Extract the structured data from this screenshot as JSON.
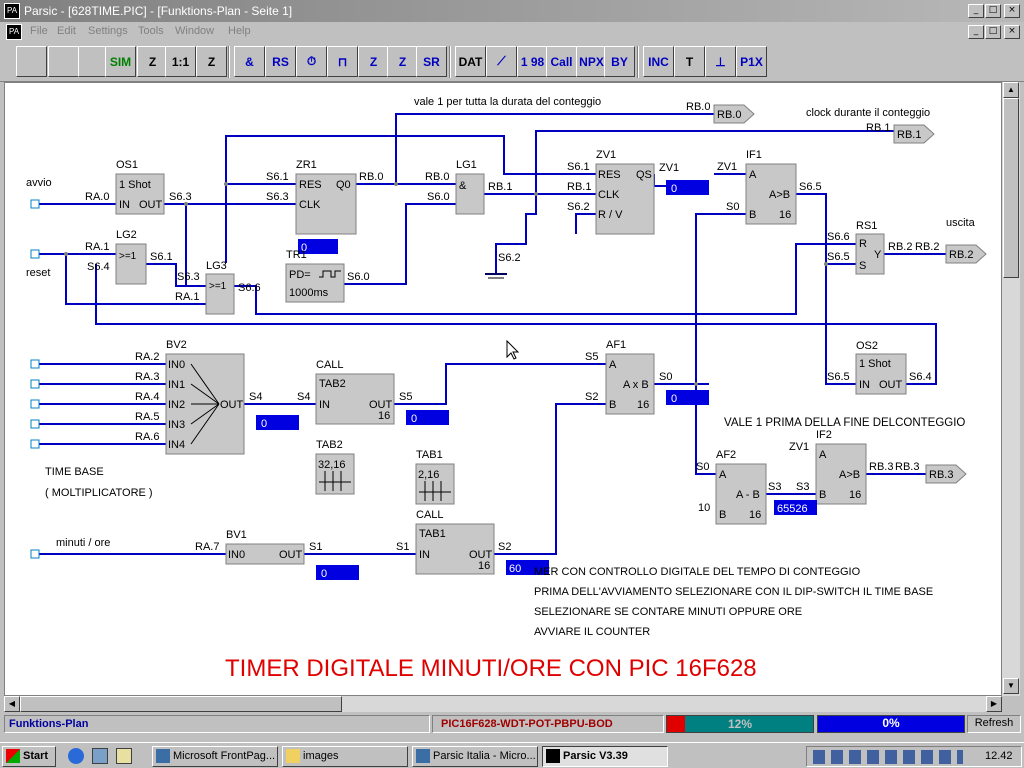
{
  "window": {
    "title": "Parsic - [628TIME.PIC] - [Funktions-Plan - Seite 1]",
    "icon_text": "PA",
    "controls": [
      "_",
      "□",
      "×"
    ]
  },
  "menu": [
    "File",
    "Edit",
    "Settings",
    "Tools",
    "Window",
    "Help"
  ],
  "toolbar": [
    {
      "icon": "cursor-icon",
      "label": ""
    },
    {
      "icon": "delete-x-icon",
      "label": ""
    },
    {
      "icon": "wire-icon",
      "label": ""
    },
    {
      "icon": "sim-icon",
      "label": "SIM"
    },
    {
      "icon": "zoom-icon",
      "label": "Z"
    },
    {
      "icon": "zoom-1to1-icon",
      "label": "1:1"
    },
    {
      "icon": "zoom-out-icon",
      "label": "Z"
    },
    {
      "icon": "and-gate-icon",
      "label": "&"
    },
    {
      "icon": "rs-flipflop-icon",
      "label": "RS"
    },
    {
      "icon": "timer-icon",
      "label": "⏱"
    },
    {
      "icon": "pulse-icon",
      "label": "⊓"
    },
    {
      "icon": "counter-icon",
      "label": "Z"
    },
    {
      "icon": "counter-vr-icon",
      "label": "Z"
    },
    {
      "icon": "shift-register-icon",
      "label": "SR"
    },
    {
      "icon": "dat-icon",
      "label": "DAT"
    },
    {
      "icon": "ramp-icon",
      "label": "⟋"
    },
    {
      "icon": "table-icon",
      "label": "1 98"
    },
    {
      "icon": "call-icon",
      "label": "Call"
    },
    {
      "icon": "npx-icon",
      "label": "NPX"
    },
    {
      "icon": "by-icon",
      "label": "BY"
    },
    {
      "icon": "inc-icon",
      "label": "INC"
    },
    {
      "icon": "text-icon",
      "label": "T"
    },
    {
      "icon": "ground-icon",
      "label": "⊥"
    },
    {
      "icon": "p1x-icon",
      "label": "P1X"
    }
  ],
  "diagram": {
    "annotations": {
      "vale_durata": "vale 1 per tutta la durata del conteggio",
      "clock_conteggio": "clock durante il conteggio",
      "uscita": "uscita",
      "avvio": "avvio",
      "reset": "reset",
      "time_base": "TIME BASE",
      "moltiplicatore": "( MOLTIPLICATORE )",
      "minuti_ore": "minuti / ore",
      "vale_prima": "VALE 1 PRIMA DELLA FINE DELCONTEGGIO",
      "note1": "MER CON CONTROLLO DIGITALE DEL TEMPO DI CONTEGGIO",
      "note2": "PRIMA DELL'AVVIAMENTO SELEZIONARE CON IL DIP-SWITCH IL TIME BASE",
      "note3": "SELEZIONARE SE CONTARE MINUTI OPPURE ORE",
      "note4": "AVVIARE IL COUNTER",
      "main_title": "TIMER DIGITALE MINUTI/ORE CON PIC 16F628"
    },
    "blocks": {
      "os1": {
        "name": "OS1",
        "line1": "1 Shot",
        "in": "IN",
        "out": "OUT"
      },
      "zr1": {
        "name": "ZR1",
        "res": "RES",
        "clk": "CLK",
        "q0": "Q0",
        "value": "0"
      },
      "lg1": {
        "name": "LG1",
        "op": "&"
      },
      "lg2": {
        "name": "LG2",
        "op": ">=1"
      },
      "lg3": {
        "name": "LG3",
        "op": ">=1"
      },
      "tr1": {
        "name": "TR1",
        "pd": "PD=",
        "time": "1000ms"
      },
      "zv1": {
        "name": "ZV1",
        "res": "RES",
        "clk": "CLK",
        "rv": "R / V",
        "qs": "QS",
        "value": "0",
        "value_label": "ZV1"
      },
      "if1": {
        "name": "IF1",
        "a": "A",
        "b": "B",
        "op": "A>B",
        "bits": "16"
      },
      "rs1": {
        "name": "RS1",
        "r": "R",
        "s": "S",
        "y": "Y"
      },
      "os2": {
        "name": "OS2",
        "line1": "1 Shot",
        "in": "IN",
        "out": "OUT"
      },
      "bv2": {
        "name": "BV2",
        "in0": "IN0",
        "in1": "IN1",
        "in2": "IN2",
        "in3": "IN3",
        "in4": "IN4",
        "out": "OUT",
        "value": "0"
      },
      "call_tab2": {
        "call": "CALL",
        "name": "TAB2",
        "in": "IN",
        "out": "OUT",
        "bits": "16",
        "value": "0"
      },
      "af1": {
        "name": "AF1",
        "a": "A",
        "b": "B",
        "op": "A x B",
        "bits": "16",
        "value": "0"
      },
      "af2": {
        "name": "AF2",
        "a": "A",
        "b": "B",
        "op": "A - B",
        "bits": "16",
        "value": "65526",
        "const": "10"
      },
      "if2": {
        "name": "IF2",
        "a": "A",
        "b": "B",
        "op": "A>B",
        "bits": "16"
      },
      "tab2": {
        "name": "TAB2",
        "size": "32,16"
      },
      "tab1": {
        "name": "TAB1",
        "size": "2,16"
      },
      "bv1": {
        "name": "BV1",
        "in0": "IN0",
        "out": "OUT",
        "value": "0"
      },
      "call_tab1": {
        "call": "CALL",
        "name": "TAB1",
        "in": "IN",
        "out": "OUT",
        "bits": "16",
        "value": "60"
      }
    },
    "signals": {
      "ra0": "RA.0",
      "ra1": "RA.1",
      "ra1b": "RA.1",
      "ra2": "RA.2",
      "ra3": "RA.3",
      "ra4": "RA.4",
      "ra5": "RA.5",
      "ra6": "RA.6",
      "ra7": "RA.7",
      "s63": "S6.3",
      "s63b": "S6.3",
      "s63c": "S6.3",
      "s61": "S6.1",
      "s61b": "S6.1",
      "s61c": "S6.1",
      "s64": "S6.4",
      "s64b": "S6.4",
      "s60": "S6.0",
      "s60b": "S6.0",
      "s62": "S6.2",
      "s62b": "S6.2",
      "s65": "S6.5",
      "s65b": "S6.5",
      "s65c": "S6.5",
      "s66": "S6.6",
      "s66b": "S6.6",
      "rb0": "RB.0",
      "rb0b": "RB.0",
      "rb0c": "RB.0",
      "rb1": "RB.1",
      "rb1b": "RB.1",
      "rb1c": "RB.1",
      "rb1d": "RB.1",
      "rb2": "RB.2",
      "rb2b": "RB.2",
      "rb2c": "RB.2",
      "rb3": "RB.3",
      "rb3b": "RB.3",
      "rb3c": "RB.3",
      "s0": "S0",
      "s0b": "S0",
      "s0c": "S0",
      "s1": "S1",
      "s1b": "S1",
      "s2": "S2",
      "s2b": "S2",
      "s3": "S3",
      "s3b": "S3",
      "s4": "S4",
      "s4b": "S4",
      "s5": "S5",
      "s5b": "S5",
      "zv1": "ZV1",
      "zv1b": "ZV1"
    }
  },
  "status": {
    "mode": "Funktions-Plan",
    "config": "PIC16F628-WDT-POT-PBPU-BOD",
    "cpu": "12%",
    "cpu_fraction": 0.12,
    "progress": "0%",
    "refresh": "Refresh"
  },
  "taskbar": {
    "start": "Start",
    "tasks": [
      "Microsoft FrontPag...",
      "images",
      "Parsic Italia - Micro...",
      "Parsic V3.39"
    ],
    "clock": "12.42"
  },
  "colors": {
    "wire": "#0000c0",
    "value_box": "#0000e0",
    "title_red": "#e00000"
  }
}
